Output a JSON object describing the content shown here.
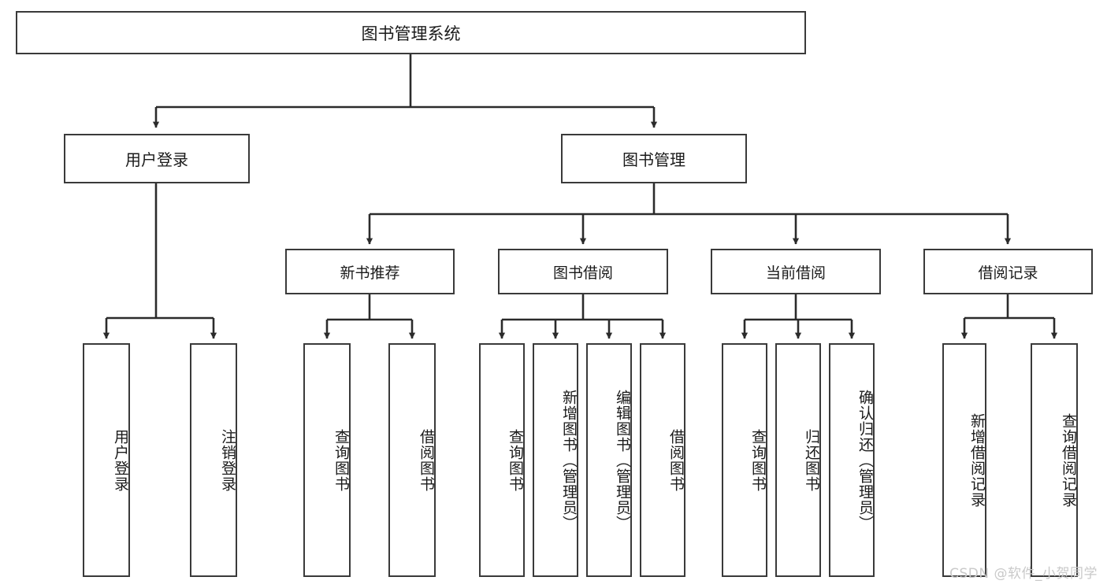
{
  "diagram": {
    "title": "图书管理系统",
    "type": "tree-hierarchy",
    "root": {
      "id": "root",
      "label": "图书管理系统"
    },
    "level2": [
      {
        "id": "user-login",
        "label": "用户登录"
      },
      {
        "id": "book-manage",
        "label": "图书管理"
      }
    ],
    "level3": [
      {
        "id": "new-book-rec",
        "label": "新书推荐",
        "parent": "book-manage"
      },
      {
        "id": "book-borrow",
        "label": "图书借阅",
        "parent": "book-manage"
      },
      {
        "id": "current-borrow",
        "label": "当前借阅",
        "parent": "book-manage"
      },
      {
        "id": "borrow-record",
        "label": "借阅记录",
        "parent": "book-manage"
      }
    ],
    "leaves": [
      {
        "id": "leaf-user-login",
        "label": "用户登录",
        "parent": "user-login"
      },
      {
        "id": "leaf-user-logout",
        "label": "注销登录",
        "parent": "user-login"
      },
      {
        "id": "leaf-rec-query-book",
        "label": "查询图书",
        "parent": "new-book-rec"
      },
      {
        "id": "leaf-rec-borrow-book",
        "label": "借阅图书",
        "parent": "new-book-rec"
      },
      {
        "id": "leaf-borrow-query-book",
        "label": "查询图书",
        "parent": "book-borrow"
      },
      {
        "id": "leaf-borrow-add-book",
        "label": "新增图书（管理员）",
        "parent": "book-borrow"
      },
      {
        "id": "leaf-borrow-edit-book",
        "label": "编辑图书（管理员）",
        "parent": "book-borrow"
      },
      {
        "id": "leaf-borrow-borrow-book",
        "label": "借阅图书",
        "parent": "book-borrow"
      },
      {
        "id": "leaf-cur-query-book",
        "label": "查询图书",
        "parent": "current-borrow"
      },
      {
        "id": "leaf-cur-return-book",
        "label": "归还图书",
        "parent": "current-borrow"
      },
      {
        "id": "leaf-cur-confirm-return",
        "label": "确认归还（管理员）",
        "parent": "current-borrow"
      },
      {
        "id": "leaf-rec-add-record",
        "label": "新增借阅记录",
        "parent": "borrow-record"
      },
      {
        "id": "leaf-rec-query-record",
        "label": "查询借阅记录",
        "parent": "borrow-record"
      }
    ]
  },
  "watermark": {
    "text": "CSDN @软件_小贺同学"
  },
  "colors": {
    "box_border": "#3a3a3a",
    "box_fill": "#ffffff",
    "edge": "#2b2b2b",
    "text": "#1a1a1a",
    "watermark": "#c9c9c9",
    "background": "#ffffff"
  }
}
